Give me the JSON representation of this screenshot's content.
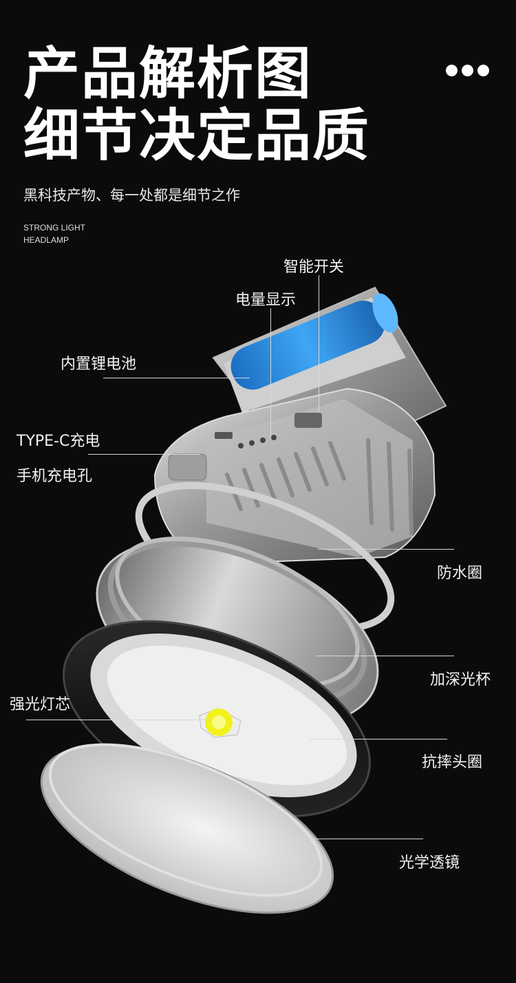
{
  "header": {
    "title_line1": "产品解析图",
    "title_line2": "细节决定品质",
    "subtitle": "黑科技产物、每一处都是细节之作",
    "english_line1": "STRONG LIGHT",
    "english_line2": "HEADLAMP",
    "menu_icon": "more-dots-icon"
  },
  "callouts": {
    "smart_switch": "智能开关",
    "power_display": "电量显示",
    "battery": "内置锂电池",
    "typec": "TYPE-C充电",
    "phone_port": "手机充电孔",
    "waterproof": "防水圈",
    "deep_cup": "加深光杯",
    "led_core": "强光灯芯",
    "shockproof": "抗摔头圈",
    "lens": "光学透镜"
  },
  "colors": {
    "background": "#0b0b0b",
    "battery_blue": "#2f8fe6",
    "led_yellow": "#f2f21a",
    "text": "#ffffff"
  }
}
